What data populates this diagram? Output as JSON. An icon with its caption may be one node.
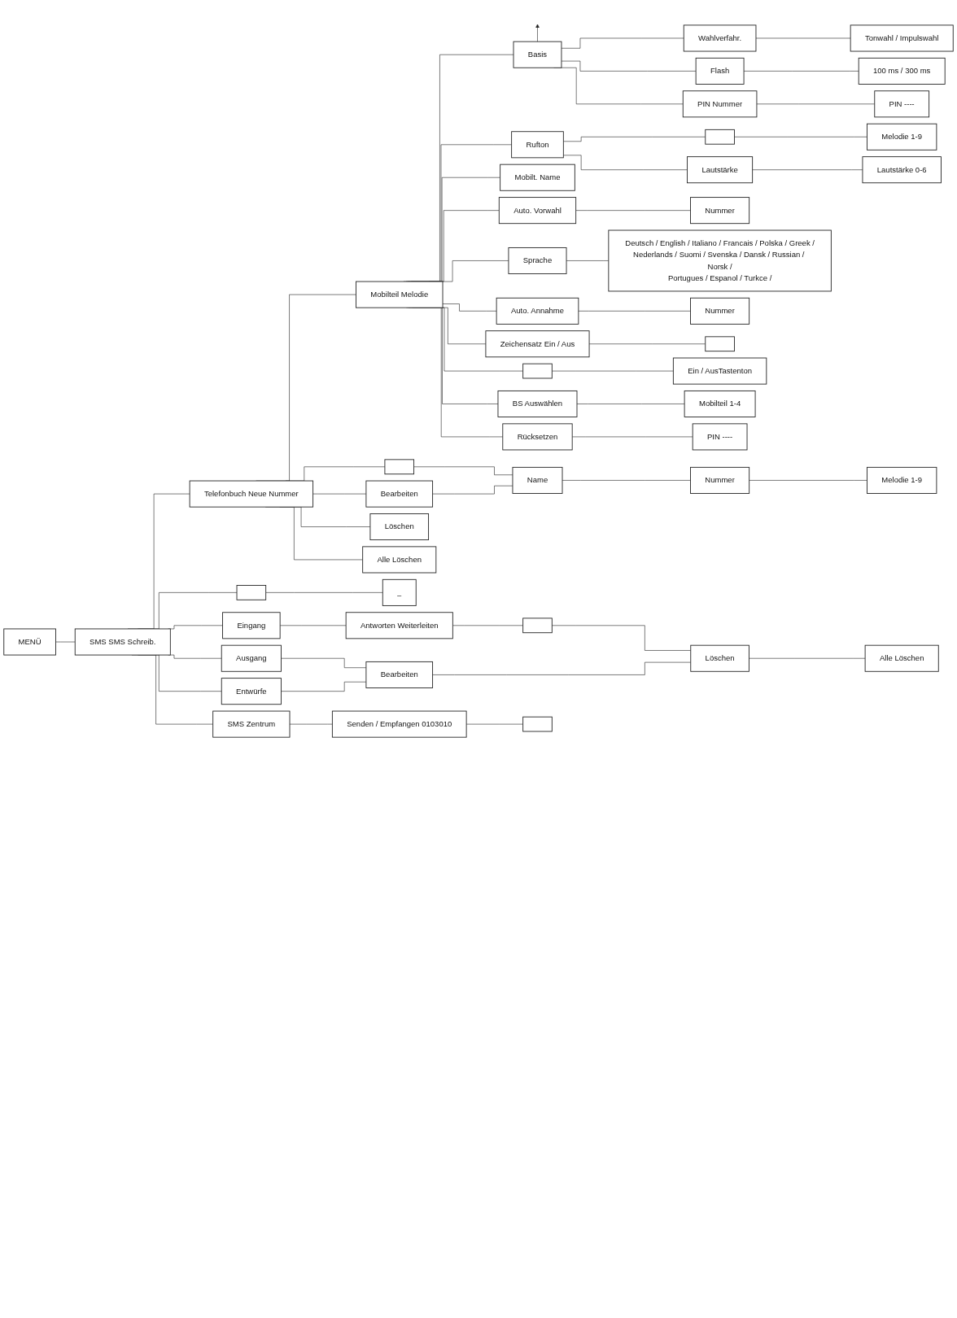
{
  "diagram": {
    "nodes": [
      {
        "text": [
          "MENÜ"
        ]
      },
      {
        "text": [
          "SMS SMS Schreib."
        ]
      },
      {
        "text": [],
        "shape": "box"
      },
      {
        "text": [
          "_"
        ]
      },
      {
        "text": [
          "Eingang"
        ]
      },
      {
        "text": [
          "Antworten Weiterleiten"
        ]
      },
      {
        "text": [],
        "shape": "box"
      },
      {
        "text": [
          "Ausgang"
        ]
      },
      {
        "text": [
          "Löschen"
        ]
      },
      {
        "text": [
          "Entwürfe"
        ]
      },
      {
        "text": [
          "Bearbeiten"
        ]
      },
      {
        "text": [
          "Alle Löschen"
        ]
      },
      {
        "text": [
          "SMS Zentrum"
        ]
      },
      {
        "text": [
          "Senden / Empfangen 0103010"
        ]
      },
      {
        "text": [],
        "shape": "box"
      },
      {
        "text": [
          "Telefonbuch Neue Nummer"
        ]
      },
      {
        "text": [],
        "shape": "box"
      },
      {
        "text": [
          "Name"
        ]
      },
      {
        "text": [
          "Nummer"
        ]
      },
      {
        "text": [
          "Bearbeiten"
        ]
      },
      {
        "text": [
          "Melodie 1-9"
        ]
      },
      {
        "text": [
          "Löschen"
        ]
      },
      {
        "text": [
          "Alle Löschen"
        ]
      },
      {
        "text": [
          "Mobilteil Melodie"
        ]
      },
      {
        "text": [
          "Rufton"
        ]
      },
      {
        "text": [],
        "shape": "box"
      },
      {
        "text": [
          "Melodie 1-9"
        ]
      },
      {
        "text": [
          "Mobilt. Name"
        ]
      },
      {
        "text": [
          "Lautstärke"
        ]
      },
      {
        "text": [
          "Lautstärke 0-6"
        ]
      },
      {
        "text": [
          "Auto. Vorwahl"
        ]
      },
      {
        "text": [
          "Nummer"
        ]
      },
      {
        "text": [
          "Sprache"
        ]
      },
      {
        "text": [
          "Deutsch / English / Italiano / Francais / Polska / Greek / Nederlands / Suomi / Svenska / Dansk / Russian / Norsk / Portugues / Espanol / Turkce /"
        ]
      },
      {
        "text": [
          "Auto. Annahme"
        ]
      },
      {
        "text": [
          "Nummer"
        ]
      },
      {
        "text": [
          "Zeichensatz Ein / Aus"
        ]
      },
      {
        "text": [],
        "shape": "box"
      },
      {
        "text": [],
        "shape": "box"
      },
      {
        "text": [
          "Ein / AusTastenton"
        ]
      },
      {
        "text": [
          "BS Auswählen"
        ]
      },
      {
        "text": [
          "Mobilteil 1-4"
        ]
      },
      {
        "text": [
          "Rücksetzen"
        ]
      },
      {
        "text": [
          "PIN ----"
        ]
      },
      {
        "text": [
          "Basis"
        ]
      },
      {
        "text": [
          "Wahlverfahr."
        ]
      },
      {
        "text": [
          "Tonwahl / Impulswahl"
        ]
      },
      {
        "text": [
          "Flash"
        ]
      },
      {
        "text": [
          "100 ms / 300 ms"
        ]
      },
      {
        "text": [
          "PIN Nummer"
        ]
      },
      {
        "text": [
          "PIN ----"
        ]
      }
    ],
    "edges": [
      {
        "from": 0,
        "to": 1,
        "arrow": "none"
      },
      {
        "from": 1,
        "to": 15,
        "arrow": "none"
      },
      {
        "from": 15,
        "to": 23,
        "arrow": "none"
      },
      {
        "from": 23,
        "to": 44,
        "arrow": "none"
      },
      {
        "from": 44,
        "to": null,
        "arrow": "to"
      },
      {
        "from": 1,
        "to": 2,
        "arrow": "none"
      },
      {
        "from": 1,
        "to": 4,
        "arrow": "none"
      },
      {
        "from": 1,
        "to": 7,
        "arrow": "none"
      },
      {
        "from": 1,
        "to": 9,
        "arrow": "none"
      },
      {
        "from": 1,
        "to": 12,
        "arrow": "none"
      },
      {
        "from": 2,
        "to": 3,
        "arrow": "none"
      },
      {
        "from": 4,
        "to": 5,
        "arrow": "none"
      },
      {
        "from": 5,
        "to": 6,
        "arrow": "none"
      },
      {
        "from": 6,
        "to": 8,
        "arrow": "none"
      },
      {
        "from": 8,
        "to": 11,
        "arrow": "none"
      },
      {
        "from": 7,
        "to": 10,
        "arrow": "none"
      },
      {
        "from": 9,
        "to": 10,
        "arrow": "none"
      },
      {
        "from": 10,
        "to": 8,
        "arrow": "none"
      },
      {
        "from": 12,
        "to": 13,
        "arrow": "none"
      },
      {
        "from": 13,
        "to": 14,
        "arrow": "none"
      },
      {
        "from": 15,
        "to": 16,
        "arrow": "none"
      },
      {
        "from": 15,
        "to": 19,
        "arrow": "none"
      },
      {
        "from": 15,
        "to": 21,
        "arrow": "none"
      },
      {
        "from": 15,
        "to": 22,
        "arrow": "none"
      },
      {
        "from": 16,
        "to": 17,
        "arrow": "none"
      },
      {
        "from": 19,
        "to": 17,
        "arrow": "none"
      },
      {
        "from": 17,
        "to": 18,
        "arrow": "none"
      },
      {
        "from": 18,
        "to": 20,
        "arrow": "none"
      },
      {
        "from": 23,
        "to": 24,
        "arrow": "none"
      },
      {
        "from": 23,
        "to": 27,
        "arrow": "none"
      },
      {
        "from": 23,
        "to": 30,
        "arrow": "none"
      },
      {
        "from": 23,
        "to": 32,
        "arrow": "none"
      },
      {
        "from": 23,
        "to": 34,
        "arrow": "none"
      },
      {
        "from": 23,
        "to": 36,
        "arrow": "none"
      },
      {
        "from": 23,
        "to": 38,
        "arrow": "none"
      },
      {
        "from": 23,
        "to": 40,
        "arrow": "none"
      },
      {
        "from": 23,
        "to": 42,
        "arrow": "none"
      },
      {
        "from": 24,
        "to": 25,
        "arrow": "none"
      },
      {
        "from": 24,
        "to": 28,
        "arrow": "none"
      },
      {
        "from": 25,
        "to": 26,
        "arrow": "none"
      },
      {
        "from": 28,
        "to": 29,
        "arrow": "none"
      },
      {
        "from": 30,
        "to": 31,
        "arrow": "none"
      },
      {
        "from": 32,
        "to": 33,
        "arrow": "none"
      },
      {
        "from": 34,
        "to": 35,
        "arrow": "none"
      },
      {
        "from": 36,
        "to": 37,
        "arrow": "none"
      },
      {
        "from": 38,
        "to": 39,
        "arrow": "none"
      },
      {
        "from": 40,
        "to": 41,
        "arrow": "none"
      },
      {
        "from": 42,
        "to": 43,
        "arrow": "none"
      },
      {
        "from": 44,
        "to": 45,
        "arrow": "none"
      },
      {
        "from": 44,
        "to": 47,
        "arrow": "none"
      },
      {
        "from": 44,
        "to": 49,
        "arrow": "none"
      },
      {
        "from": 45,
        "to": 46,
        "arrow": "none"
      },
      {
        "from": 47,
        "to": 48,
        "arrow": "none"
      },
      {
        "from": 49,
        "to": 50,
        "arrow": "none"
      }
    ]
  }
}
